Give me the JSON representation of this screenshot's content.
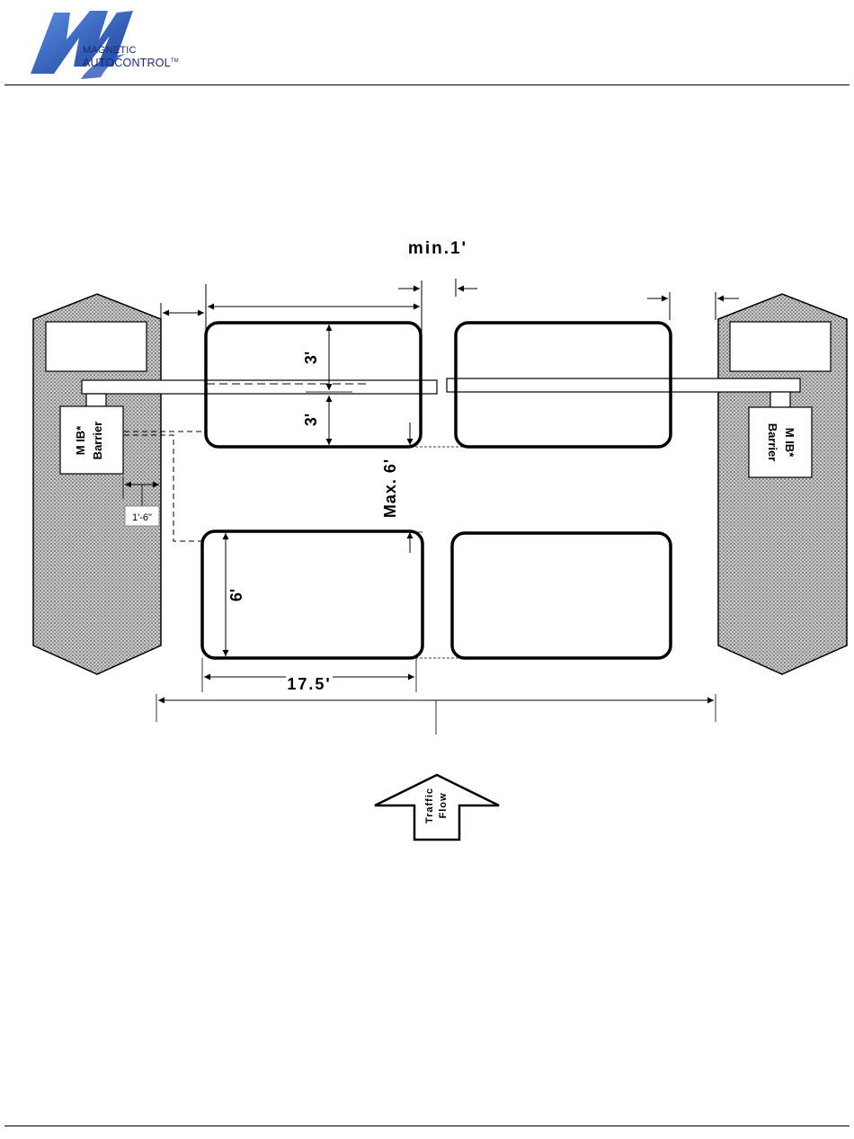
{
  "header": {
    "brand_line1": "MAGNETIC",
    "brand_line2": "AUTOCONTROL",
    "trademark": "TM",
    "logo_icon": "m-logo-icon",
    "brand_color": "#1a4fb0"
  },
  "diagram": {
    "min_spacing_label": "min.1'",
    "loop_half_height_top": "3'",
    "loop_half_height_bottom": "3'",
    "max_spacing_label": "Max. 6'",
    "loop_height_label": "6'",
    "loop_length_label": "17.5'",
    "offset_label": "1'-6\"",
    "barrier_left_label_line1": "M IB*",
    "barrier_left_label_line2": "Barrier",
    "barrier_right_label_line1": "M IB*",
    "barrier_right_label_line2": "Barrier",
    "traffic_label_line1": "Traffic",
    "traffic_label_line2": "Flow",
    "island_fill_color": "#b8b8b8",
    "line_color": "#000000"
  }
}
